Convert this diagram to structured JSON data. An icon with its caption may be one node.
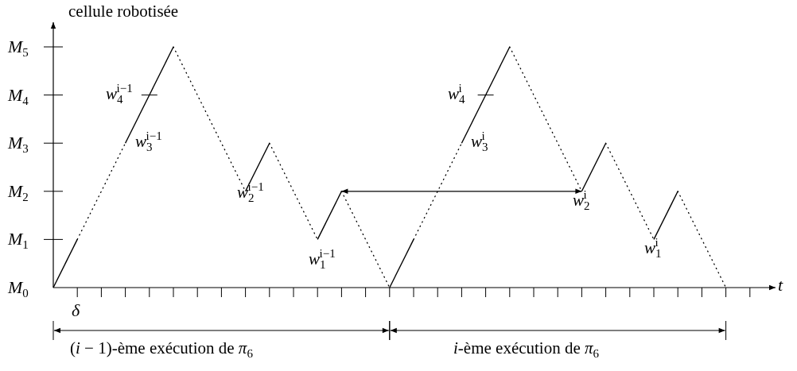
{
  "diagram": {
    "labels": [
      "cellule robotisée",
      "*M*$_{5}$",
      "*M*$_{4}$",
      "*w*$_{4}$$^{i−1}$",
      "*w*$_{4}$$^{i}$",
      "*M*$_{3}$",
      "*w*$_{3}$$^{i−1}$",
      "*w*$_{3}$$^{i}$",
      "*M*$_{2}$",
      "*w*$_{2}$$^{i−1}$",
      "*w*$_{2}$$^{i}$",
      "*M*$_{1}$",
      "*w*$_{1}$$^{i−1}$",
      "*w*$_{1}$$^{i}$",
      "*M*$_{0}$",
      "*t*",
      "*δ*",
      "(*i* − 1)-ème exécution de *π*$_{6}$",
      "*i*-ème exécution de *π*$_{6}$"
    ]
  }
}
